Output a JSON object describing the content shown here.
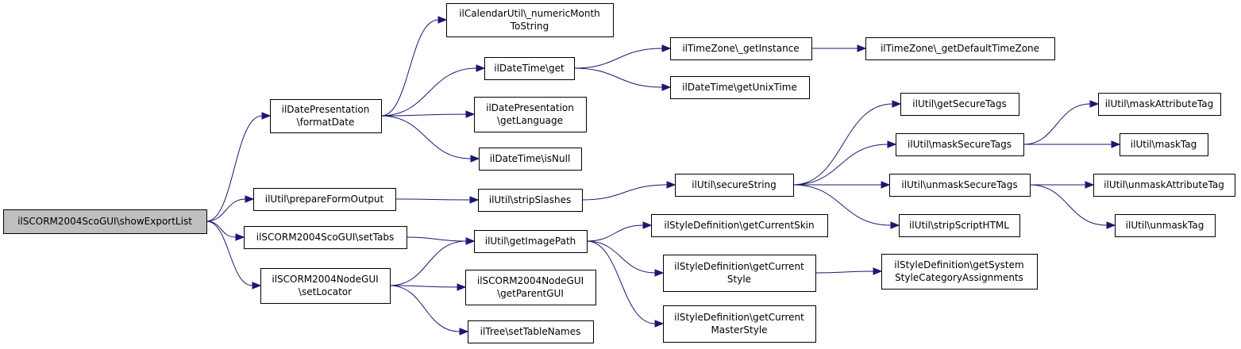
{
  "diagram": {
    "colors": {
      "edge": "#191970",
      "root_fill": "#bfbfbf",
      "node_fill": "#ffffff",
      "border": "#000000"
    },
    "nodes": [
      {
        "id": "showExportList",
        "lines": [
          "ilSCORM2004ScoGUI\\showExportList"
        ],
        "root": true
      },
      {
        "id": "formatDate",
        "lines": [
          "ilDatePresentation",
          "\\formatDate"
        ]
      },
      {
        "id": "prepareFormOutput",
        "lines": [
          "ilUtil\\prepareFormOutput"
        ]
      },
      {
        "id": "setTabs",
        "lines": [
          "ilSCORM2004ScoGUI\\setTabs"
        ]
      },
      {
        "id": "setLocator",
        "lines": [
          "ilSCORM2004NodeGUI",
          "\\setLocator"
        ]
      },
      {
        "id": "numericMonthToString",
        "lines": [
          "ilCalendarUtil\\_numericMonth",
          "ToString"
        ]
      },
      {
        "id": "dateTimeGet",
        "lines": [
          "ilDateTime\\get"
        ]
      },
      {
        "id": "getLanguage",
        "lines": [
          "ilDatePresentation",
          "\\getLanguage"
        ]
      },
      {
        "id": "isNull",
        "lines": [
          "ilDateTime\\isNull"
        ]
      },
      {
        "id": "stripSlashes",
        "lines": [
          "ilUtil\\stripSlashes"
        ]
      },
      {
        "id": "getImagePath",
        "lines": [
          "ilUtil\\getImagePath"
        ]
      },
      {
        "id": "getParentGUI",
        "lines": [
          "ilSCORM2004NodeGUI",
          "\\getParentGUI"
        ]
      },
      {
        "id": "setTableNames",
        "lines": [
          "ilTree\\setTableNames"
        ]
      },
      {
        "id": "getInstance",
        "lines": [
          "ilTimeZone\\_getInstance"
        ]
      },
      {
        "id": "getUnixTime",
        "lines": [
          "ilDateTime\\getUnixTime"
        ]
      },
      {
        "id": "secureString",
        "lines": [
          "ilUtil\\secureString"
        ]
      },
      {
        "id": "getCurrentSkin",
        "lines": [
          "ilStyleDefinition\\getCurrentSkin"
        ]
      },
      {
        "id": "getCurrentStyle",
        "lines": [
          "ilStyleDefinition\\getCurrent",
          "Style"
        ]
      },
      {
        "id": "getCurrentMasterStyle",
        "lines": [
          "ilStyleDefinition\\getCurrent",
          "MasterStyle"
        ]
      },
      {
        "id": "getDefaultTimeZone",
        "lines": [
          "ilTimeZone\\_getDefaultTimeZone"
        ]
      },
      {
        "id": "getSecureTags",
        "lines": [
          "ilUtil\\getSecureTags"
        ]
      },
      {
        "id": "maskSecureTags",
        "lines": [
          "ilUtil\\maskSecureTags"
        ]
      },
      {
        "id": "unmaskSecureTags",
        "lines": [
          "ilUtil\\unmaskSecureTags"
        ]
      },
      {
        "id": "stripScriptHTML",
        "lines": [
          "ilUtil\\stripScriptHTML"
        ]
      },
      {
        "id": "getSystemStyleCategoryAssignments",
        "lines": [
          "ilStyleDefinition\\getSystem",
          "StyleCategoryAssignments"
        ]
      },
      {
        "id": "maskAttributeTag",
        "lines": [
          "ilUtil\\maskAttributeTag"
        ]
      },
      {
        "id": "maskTag",
        "lines": [
          "ilUtil\\maskTag"
        ]
      },
      {
        "id": "unmaskAttributeTag",
        "lines": [
          "ilUtil\\unmaskAttributeTag"
        ]
      },
      {
        "id": "unmaskTag",
        "lines": [
          "ilUtil\\unmaskTag"
        ]
      }
    ],
    "edges": [
      {
        "from": "showExportList",
        "to": "formatDate"
      },
      {
        "from": "showExportList",
        "to": "prepareFormOutput"
      },
      {
        "from": "showExportList",
        "to": "setTabs"
      },
      {
        "from": "showExportList",
        "to": "setLocator"
      },
      {
        "from": "formatDate",
        "to": "numericMonthToString"
      },
      {
        "from": "formatDate",
        "to": "dateTimeGet"
      },
      {
        "from": "formatDate",
        "to": "getLanguage"
      },
      {
        "from": "formatDate",
        "to": "isNull"
      },
      {
        "from": "dateTimeGet",
        "to": "getInstance"
      },
      {
        "from": "dateTimeGet",
        "to": "getUnixTime"
      },
      {
        "from": "getInstance",
        "to": "getDefaultTimeZone"
      },
      {
        "from": "prepareFormOutput",
        "to": "stripSlashes"
      },
      {
        "from": "stripSlashes",
        "to": "secureString"
      },
      {
        "from": "secureString",
        "to": "getSecureTags"
      },
      {
        "from": "secureString",
        "to": "maskSecureTags"
      },
      {
        "from": "secureString",
        "to": "unmaskSecureTags"
      },
      {
        "from": "secureString",
        "to": "stripScriptHTML"
      },
      {
        "from": "maskSecureTags",
        "to": "maskAttributeTag"
      },
      {
        "from": "maskSecureTags",
        "to": "maskTag"
      },
      {
        "from": "unmaskSecureTags",
        "to": "unmaskAttributeTag"
      },
      {
        "from": "unmaskSecureTags",
        "to": "unmaskTag"
      },
      {
        "from": "setTabs",
        "to": "getImagePath"
      },
      {
        "from": "setLocator",
        "to": "getImagePath"
      },
      {
        "from": "setLocator",
        "to": "getParentGUI"
      },
      {
        "from": "setLocator",
        "to": "setTableNames"
      },
      {
        "from": "getImagePath",
        "to": "getCurrentSkin"
      },
      {
        "from": "getImagePath",
        "to": "getCurrentStyle"
      },
      {
        "from": "getImagePath",
        "to": "getCurrentMasterStyle"
      },
      {
        "from": "getCurrentStyle",
        "to": "getSystemStyleCategoryAssignments"
      }
    ]
  }
}
